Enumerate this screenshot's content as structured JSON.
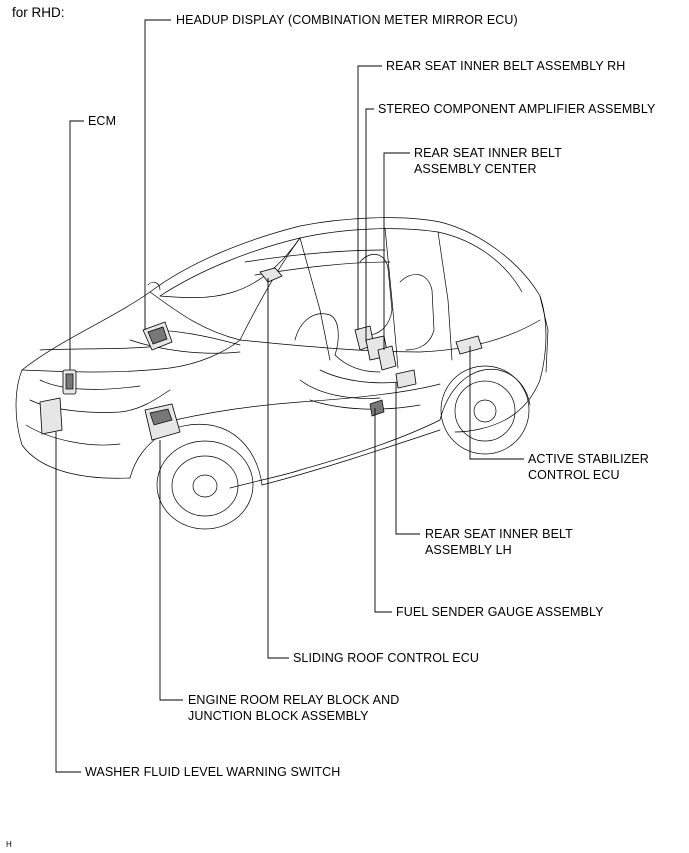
{
  "title": "for RHD:",
  "figure_id": "H",
  "labels": {
    "headup_display": "HEADUP DISPLAY (COMBINATION METER MIRROR ECU)",
    "rear_seat_belt_rh": "REAR SEAT INNER BELT ASSEMBLY RH",
    "stereo_amplifier": "STEREO COMPONENT AMPLIFIER ASSEMBLY",
    "rear_seat_belt_center_1": "REAR SEAT INNER BELT",
    "rear_seat_belt_center_2": "ASSEMBLY CENTER",
    "ecm": "ECM",
    "active_stabilizer_1": "ACTIVE STABILIZER",
    "active_stabilizer_2": "CONTROL ECU",
    "rear_seat_belt_lh_1": "REAR SEAT INNER BELT",
    "rear_seat_belt_lh_2": "ASSEMBLY LH",
    "fuel_sender": "FUEL SENDER GAUGE ASSEMBLY",
    "sliding_roof": "SLIDING ROOF CONTROL ECU",
    "engine_relay_1": "ENGINE ROOM RELAY BLOCK AND",
    "engine_relay_2": "JUNCTION BLOCK ASSEMBLY",
    "washer_switch": "WASHER FLUID LEVEL WARNING SWITCH"
  }
}
